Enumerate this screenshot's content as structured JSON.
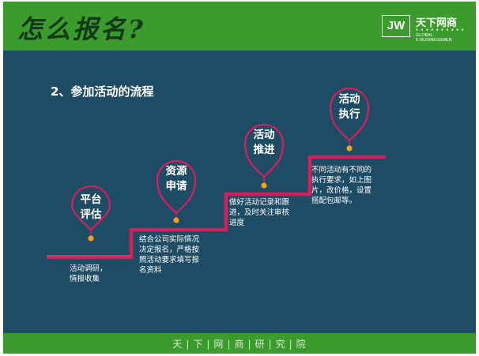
{
  "header": {
    "title": "怎么报名?"
  },
  "logo": {
    "badge": "JW",
    "name_cn": "天下网商",
    "dots": "● ● ● ● ● ● ● ● ● ●",
    "name_en_1": "GLOBAL",
    "name_en_2": "E-BUSINESSMEN"
  },
  "subtitle": "2、参加活动的流程",
  "steps": [
    {
      "pin_line1": "平台",
      "pin_line2": "评估",
      "description": [
        "活动调研，",
        "情报收集"
      ]
    },
    {
      "pin_line1": "资源",
      "pin_line2": "申请",
      "description": [
        "结合公司实际情况",
        "决定报名，严格按",
        "照活动要求填写报",
        "名资料"
      ]
    },
    {
      "pin_line1": "活动",
      "pin_line2": "推进",
      "description": [
        "做好活动记录和跟",
        "进，及时关注审核",
        "进度"
      ]
    },
    {
      "pin_line1": "活动",
      "pin_line2": "执行",
      "description": [
        "不同活动有不同的",
        "执行要求，如上图",
        "片，改价格，设置",
        "搭配包邮等。"
      ]
    }
  ],
  "footer": {
    "chars": [
      "天",
      "下",
      "网",
      "商",
      "研",
      "究",
      "院"
    ],
    "separator": "|"
  },
  "colors": {
    "green": "#3b9b2c",
    "background": "#1e4c64",
    "stair": "#d41f5c",
    "dot": "#f3a21b"
  }
}
